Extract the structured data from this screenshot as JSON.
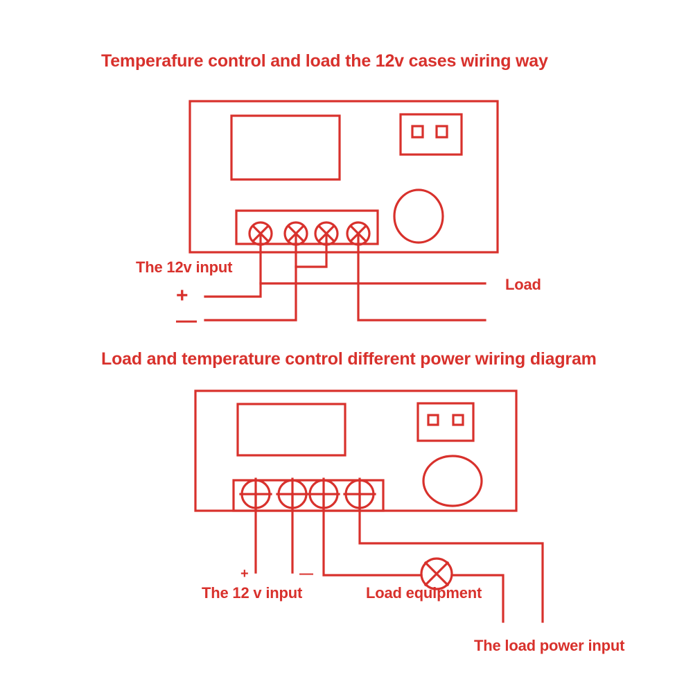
{
  "document": {
    "kind": "wiring-diagram",
    "background_color": "#ffffff",
    "line_color": "#d8312c",
    "text_color": "#d8312c"
  },
  "diagram_top": {
    "title": "Temperafure control and load the 12v cases wiring way",
    "labels": {
      "input": "The 12v  input",
      "plus": "+",
      "minus": "—",
      "load": "Load"
    },
    "device": {
      "terminal_count": 4,
      "terminal_symbol": "x-cross-circle",
      "display_panel": "display-rectangle",
      "connector": "two-pin-connector",
      "relay": "relay-circle"
    }
  },
  "diagram_bottom": {
    "title": "Load and temperature control different power wiring diagram",
    "labels": {
      "input": "The 12 v  input",
      "plus": "+",
      "minus": "—",
      "load_equipment": "Load equipment",
      "load_power_input": "The load power input"
    },
    "device": {
      "terminal_count": 4,
      "terminal_symbol": "plus-cross-circle",
      "display_panel": "display-rectangle",
      "connector": "two-pin-connector",
      "relay": "relay-circle"
    },
    "lamp_symbol": "x-cross-circle-lamp"
  }
}
